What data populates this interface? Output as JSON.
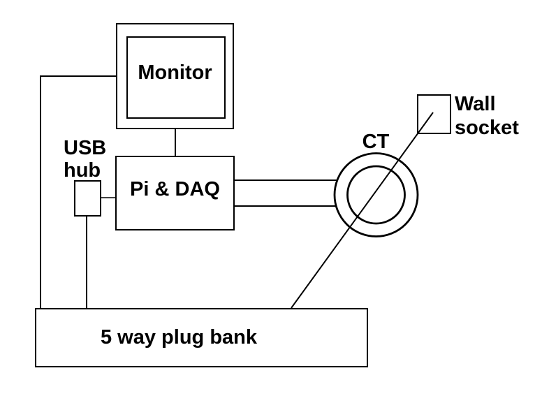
{
  "diagram": {
    "background_color": "#ffffff",
    "stroke_color": "#000000",
    "text_color": "#000000",
    "nodes": {
      "monitor": {
        "label": "Monitor"
      },
      "pi_daq": {
        "label": "Pi & DAQ"
      },
      "usb_hub": {
        "label": "USB hub"
      },
      "ct": {
        "label": "CT"
      },
      "wall_socket": {
        "label": "Wall socket"
      },
      "plug_bank": {
        "label": "5 way plug bank"
      }
    },
    "edges": [
      {
        "from": "plug_bank",
        "to": "monitor",
        "style": "left vertical riser then horizontal into monitor side"
      },
      {
        "from": "usb_hub",
        "to": "plug_bank",
        "style": "vertical drop from hub bottom"
      },
      {
        "from": "usb_hub",
        "to": "pi_daq",
        "style": "short horizontal link"
      },
      {
        "from": "monitor",
        "to": "pi_daq",
        "style": "short vertical link"
      },
      {
        "from": "pi_daq",
        "to": "ct",
        "style": "two parallel horizontal leads"
      },
      {
        "from": "plug_bank",
        "to": "wall_socket",
        "style": "diagonal mains lead passing through CT ring"
      }
    ]
  }
}
